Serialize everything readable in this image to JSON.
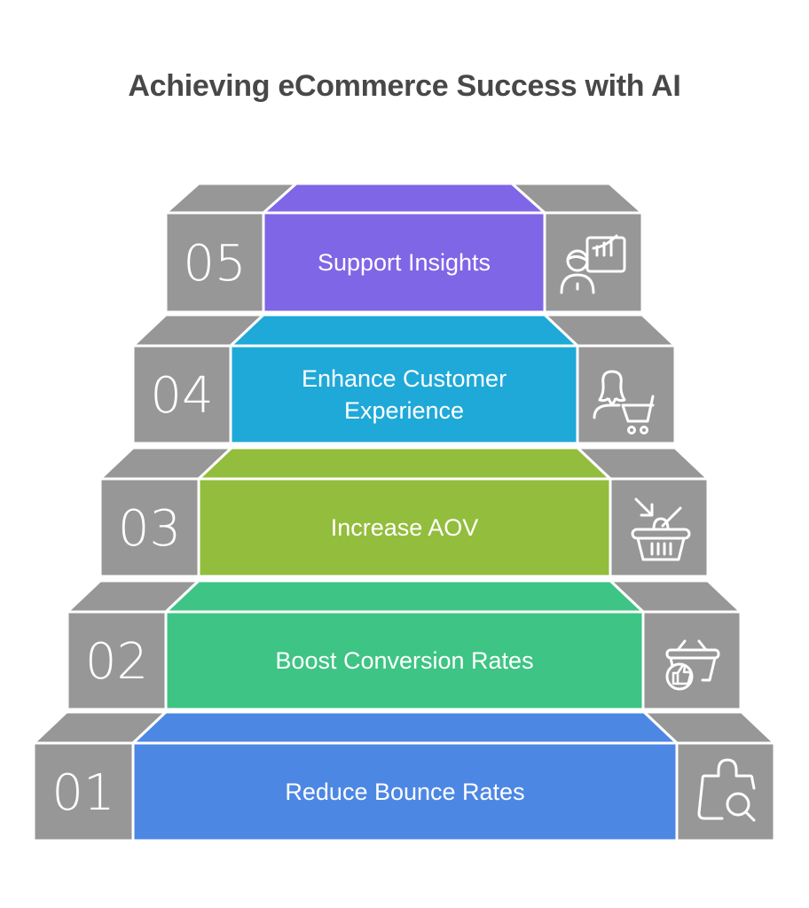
{
  "title": "Achieving eCommerce Success with AI",
  "colors": {
    "side_gray": "#979797",
    "border": "#ffffff",
    "title_text": "#484848"
  },
  "steps": [
    {
      "number": "01",
      "label": [
        "Reduce Bounce Rates"
      ],
      "color": "#4D87E4",
      "icon": "shopping-bag-search-icon"
    },
    {
      "number": "02",
      "label": [
        "Boost Conversion Rates"
      ],
      "color": "#3EC484",
      "icon": "basket-thumbs-up-icon"
    },
    {
      "number": "03",
      "label": [
        "Increase AOV"
      ],
      "color": "#93BD3C",
      "icon": "basket-add-icon"
    },
    {
      "number": "04",
      "label": [
        "Enhance Customer",
        "Experience"
      ],
      "color": "#1FA9D8",
      "icon": "customer-cart-icon"
    },
    {
      "number": "05",
      "label": [
        "Support Insights"
      ],
      "color": "#7F66E6",
      "icon": "presenter-chart-icon"
    }
  ]
}
